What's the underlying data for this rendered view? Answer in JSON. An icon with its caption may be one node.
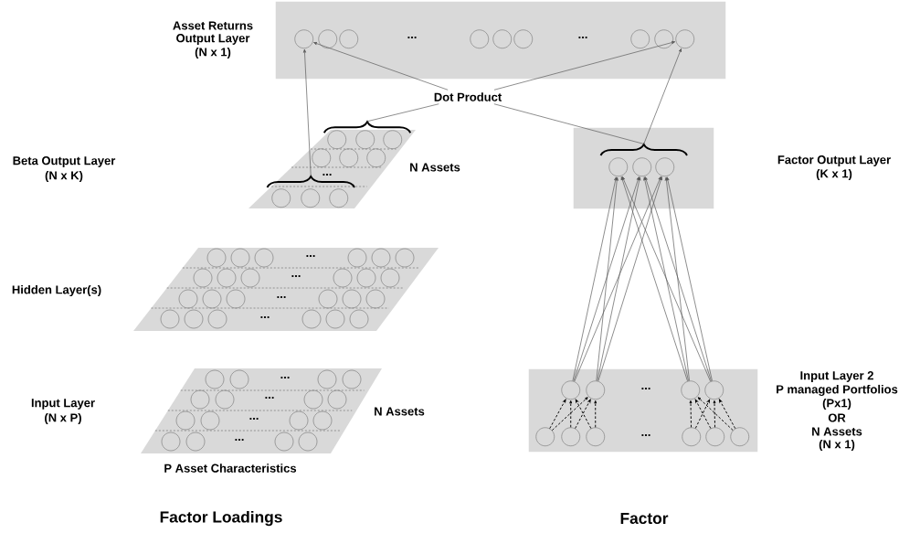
{
  "diagram": {
    "nodes": [
      {
        "text": [
          "...",
          "..."
        ],
        "beside": [
          "Asset Returns",
          "Output Layer",
          "(N x 1)"
        ]
      },
      {
        "text": [],
        "shape": "circle",
        "in": 0
      },
      {
        "text": [],
        "shape": "circle",
        "in": 0
      },
      {
        "text": [],
        "shape": "circle",
        "in": 0
      },
      {
        "text": [],
        "shape": "circle",
        "in": 0
      },
      {
        "text": [],
        "shape": "circle",
        "in": 0
      },
      {
        "text": [],
        "shape": "circle",
        "in": 0
      },
      {
        "text": [],
        "shape": "circle",
        "in": 0
      },
      {
        "text": [],
        "shape": "circle",
        "in": 0
      },
      {
        "text": [],
        "shape": "circle",
        "in": 0
      },
      {
        "text": [
          "Dot Product"
        ]
      },
      {
        "text": [
          "..."
        ],
        "beside": [
          "N Assets"
        ]
      },
      {
        "text": [],
        "shape": "circle",
        "in": 11
      },
      {
        "text": [],
        "shape": "circle",
        "in": 11
      },
      {
        "text": [],
        "shape": "circle",
        "in": 11
      },
      {
        "text": [],
        "shape": "circle",
        "in": 11
      },
      {
        "text": [],
        "shape": "circle",
        "in": 11
      },
      {
        "text": [],
        "shape": "circle",
        "in": 11
      },
      {
        "text": [],
        "shape": "circle",
        "in": 11
      },
      {
        "text": [],
        "shape": "circle",
        "in": 11
      },
      {
        "text": [],
        "shape": "circle",
        "in": 11
      },
      {
        "text": [],
        "shape": "brace"
      },
      {
        "text": [],
        "shape": "brace",
        "in": 11
      },
      {
        "text": [],
        "shape": "box"
      },
      {
        "text": [],
        "shape": "brace",
        "in": 23
      },
      {
        "text": [],
        "shape": "circle",
        "in": 23
      },
      {
        "text": [],
        "shape": "circle",
        "in": 23
      },
      {
        "text": [],
        "shape": "circle",
        "in": 23
      },
      {
        "text": [
          "...",
          "...",
          "...",
          "..."
        ],
        "beside": [
          "Hidden Layer(s)"
        ]
      },
      {
        "text": [
          "...",
          "...",
          "...",
          "..."
        ],
        "beside": [
          "Input Layer",
          "(N x P)",
          "N Assets",
          "P Asset Characteristics"
        ]
      },
      {
        "text": [
          "...",
          "..."
        ],
        "beside": [
          "Input Layer 2",
          "P managed Portfolios",
          "(Px1)",
          "OR",
          "N Assets",
          "(N x 1)"
        ]
      },
      {
        "text": [],
        "shape": "circle",
        "in": 30
      },
      {
        "text": [],
        "shape": "circle",
        "in": 30
      },
      {
        "text": [],
        "shape": "circle",
        "in": 30
      },
      {
        "text": [],
        "shape": "circle",
        "in": 30
      },
      {
        "text": [],
        "shape": "circle",
        "in": 30
      },
      {
        "text": [],
        "shape": "circle",
        "in": 30
      },
      {
        "text": [],
        "shape": "circle",
        "in": 30
      },
      {
        "text": [],
        "shape": "circle",
        "in": 30
      },
      {
        "text": [],
        "shape": "circle",
        "in": 30
      },
      {
        "text": [],
        "shape": "circle",
        "in": 30
      }
    ],
    "edges": [
      {
        "from": 10,
        "to": 1,
        "arrow": "to"
      },
      {
        "from": 10,
        "to": 9,
        "arrow": "to"
      },
      {
        "from": 10,
        "to": 21,
        "arrow": "none"
      },
      {
        "from": 10,
        "to": 24,
        "arrow": "none"
      },
      {
        "from": 22,
        "to": 1,
        "arrow": "to"
      },
      {
        "from": 24,
        "to": 9,
        "arrow": "to"
      },
      {
        "from": 31,
        "to": 25,
        "arrow": "to"
      },
      {
        "from": 31,
        "to": 26,
        "arrow": "to"
      },
      {
        "from": 31,
        "to": 27,
        "arrow": "to"
      },
      {
        "from": 32,
        "to": 25,
        "arrow": "to"
      },
      {
        "from": 32,
        "to": 26,
        "arrow": "to"
      },
      {
        "from": 32,
        "to": 27,
        "arrow": "to"
      },
      {
        "from": 33,
        "to": 25,
        "arrow": "to"
      },
      {
        "from": 33,
        "to": 26,
        "arrow": "to"
      },
      {
        "from": 33,
        "to": 27,
        "arrow": "to"
      },
      {
        "from": 34,
        "to": 25,
        "arrow": "to"
      },
      {
        "from": 34,
        "to": 26,
        "arrow": "to"
      },
      {
        "from": 34,
        "to": 27,
        "arrow": "to"
      },
      {
        "from": 35,
        "to": 31,
        "arrow": "to",
        "style": "dashed"
      },
      {
        "from": 36,
        "to": 31,
        "arrow": "to",
        "style": "dashed"
      },
      {
        "from": 37,
        "to": 31,
        "arrow": "to",
        "style": "dashed"
      },
      {
        "from": 35,
        "to": 32,
        "arrow": "to",
        "style": "dashed"
      },
      {
        "from": 36,
        "to": 32,
        "arrow": "to",
        "style": "dashed"
      },
      {
        "from": 37,
        "to": 32,
        "arrow": "to",
        "style": "dashed"
      },
      {
        "from": 38,
        "to": 33,
        "arrow": "to",
        "style": "dashed"
      },
      {
        "from": 39,
        "to": 33,
        "arrow": "to",
        "style": "dashed"
      },
      {
        "from": 40,
        "to": 33,
        "arrow": "to",
        "style": "dashed"
      },
      {
        "from": 38,
        "to": 34,
        "arrow": "to",
        "style": "dashed"
      },
      {
        "from": 39,
        "to": 34,
        "arrow": "to",
        "style": "dashed"
      },
      {
        "from": 40,
        "to": 34,
        "arrow": "to",
        "style": "dashed"
      }
    ],
    "labels": [
      "Beta Output Layer",
      "Factor Output Layer",
      "(N x K)",
      "(K x 1)",
      "Factor Loadings",
      "Factor"
    ]
  }
}
